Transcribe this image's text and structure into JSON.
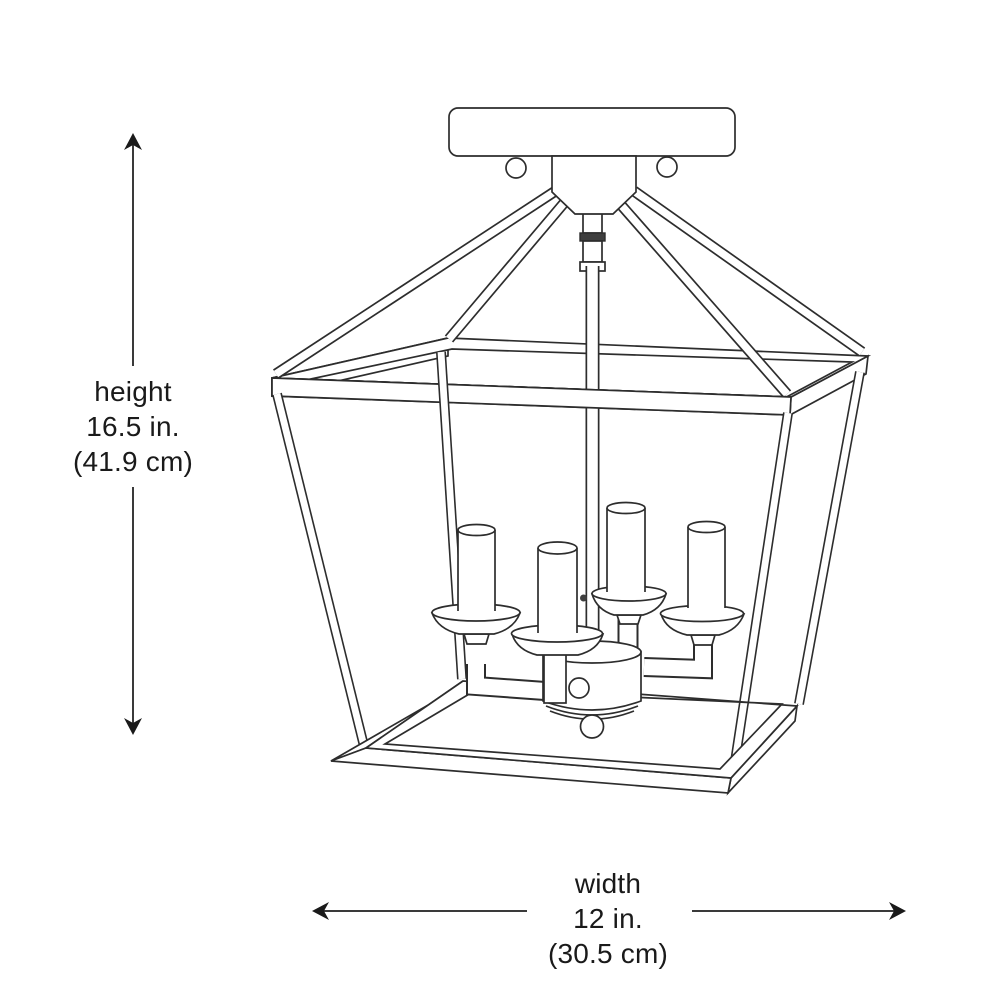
{
  "diagram": {
    "title": "lantern ceiling light dimension diagram",
    "type": "product-dimension-line-drawing",
    "height_dimension": {
      "label": "height",
      "inches": "16.5 in.",
      "centimeters": "(41.9 cm)"
    },
    "width_dimension": {
      "label": "width",
      "inches": "12 in.",
      "centimeters": "(30.5 cm)"
    },
    "fixture": {
      "candle_count": 4
    },
    "colors": {
      "line": "#2d2d2d",
      "dimension_line": "#3a3a3a",
      "text": "#1a1a1a",
      "background": "#ffffff"
    }
  }
}
